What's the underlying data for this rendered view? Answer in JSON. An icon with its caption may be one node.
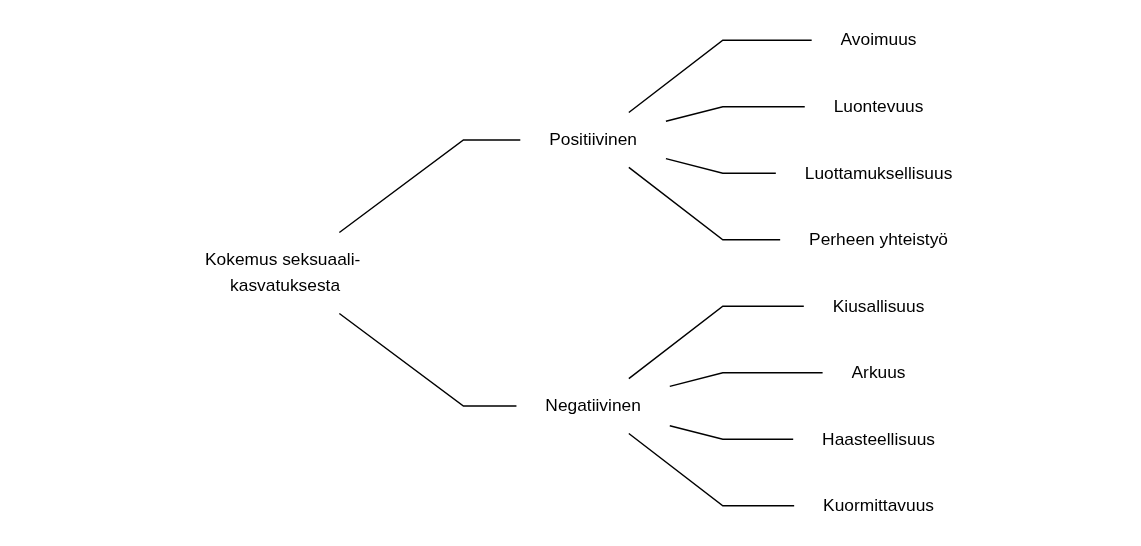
{
  "diagram": {
    "nodes": [
      {
        "text": [
          "Kokemus seksuaali- kasvatuksesta"
        ]
      },
      {
        "text": [
          "Positiivinen"
        ]
      },
      {
        "text": [
          "Avoimuus"
        ]
      },
      {
        "text": [
          "Luontevuus"
        ]
      },
      {
        "text": [
          "Luottamuksellisuus"
        ]
      },
      {
        "text": [
          "Perheen yhteistyö"
        ]
      },
      {
        "text": [
          "Negatiivinen"
        ]
      },
      {
        "text": [
          "Kiusallisuus"
        ]
      },
      {
        "text": [
          "Arkuus"
        ]
      },
      {
        "text": [
          "Haasteellisuus"
        ]
      },
      {
        "text": [
          "Kuormittavuus"
        ]
      }
    ],
    "edges": [
      {
        "from": 0,
        "to": 1,
        "arrow": "none"
      },
      {
        "from": 0,
        "to": 6,
        "arrow": "none"
      },
      {
        "from": 1,
        "to": 2,
        "arrow": "none"
      },
      {
        "from": 1,
        "to": 3,
        "arrow": "none"
      },
      {
        "from": 1,
        "to": 4,
        "arrow": "none"
      },
      {
        "from": 1,
        "to": 5,
        "arrow": "none"
      },
      {
        "from": 6,
        "to": 7,
        "arrow": "none"
      },
      {
        "from": 6,
        "to": 8,
        "arrow": "none"
      },
      {
        "from": 6,
        "to": 9,
        "arrow": "none"
      },
      {
        "from": 6,
        "to": 10,
        "arrow": "none"
      }
    ]
  }
}
